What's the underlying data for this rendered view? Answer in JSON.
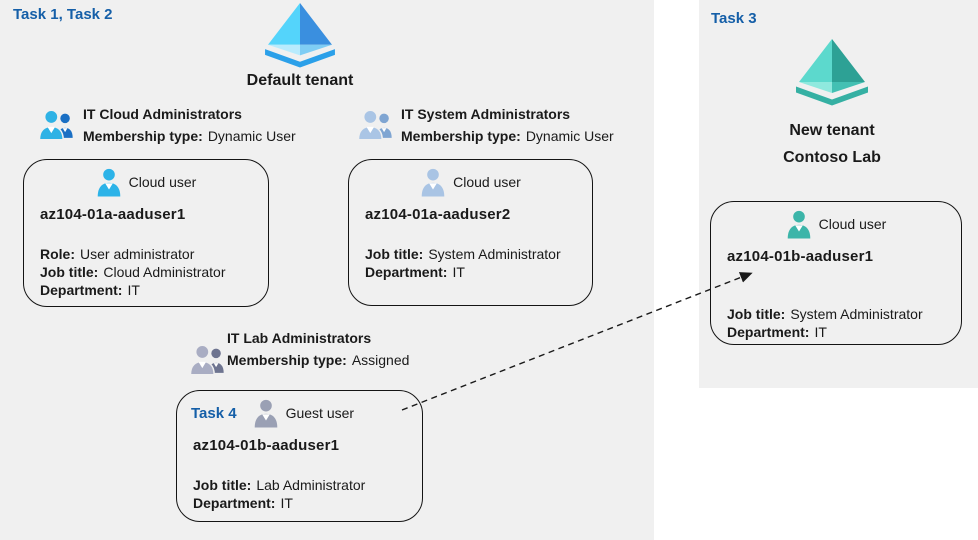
{
  "colors": {
    "region_background": "#f0f0f0",
    "task_label_blue": "#155fa8",
    "text": "#1a1a1a",
    "card_border": "#141414",
    "tenant_icon_blue": [
      "#54d4fb",
      "#3a8fdf",
      "#b8ebfd",
      "#7fcdf4",
      "#2ba0e9"
    ],
    "tenant_icon_teal": [
      "#5cd9cd",
      "#2da195",
      "#8fe9de",
      "#43c0b3",
      "#35b0a3"
    ],
    "group_icon_cloud": [
      "#2fb2e5",
      "#1a6fc4"
    ],
    "group_icon_system": [
      "#aac5e5",
      "#7fa5d2"
    ],
    "group_icon_lab": [
      "#a9adc3",
      "#6e7490"
    ],
    "person_cloud_user_1": "#2cb3e8",
    "person_cloud_user_2": "#a9c4e4",
    "person_guest_user": "#9aa0b4",
    "person_cloud_user_new": "#3cb5a9"
  },
  "icons": {
    "tenant": "azure-ad-pyramid-icon",
    "group": "user-group-icon",
    "user": "person-icon",
    "arrow": "dashed-arrow"
  },
  "tasks": {
    "task12": "Task 1, Task 2",
    "task3": "Task 3",
    "task4": "Task 4"
  },
  "tenants": {
    "default": {
      "label": "Default tenant"
    },
    "new": {
      "label_line1": "New  tenant",
      "label_line2": "Contoso Lab"
    }
  },
  "groups": [
    {
      "name": "IT Cloud Administrators",
      "membership_label": "Membership type:",
      "membership_value": "Dynamic User"
    },
    {
      "name": "IT System Administrators",
      "membership_label": "Membership type:",
      "membership_value": "Dynamic User"
    },
    {
      "name": "IT Lab Administrators",
      "membership_label": "Membership type:",
      "membership_value": "Assigned"
    }
  ],
  "cards": [
    {
      "type_label": "Cloud user",
      "name": "az104-01a-aaduser1",
      "fields": [
        {
          "label": "Role:",
          "value": "User administrator"
        },
        {
          "label": "Job title:",
          "value": "Cloud Administrator"
        },
        {
          "label": "Department:",
          "value": "IT"
        }
      ]
    },
    {
      "type_label": "Cloud user",
      "name": "az104-01a-aaduser2",
      "fields": [
        {
          "label": "Job title:",
          "value": "System Administrator"
        },
        {
          "label": "Department:",
          "value": "IT"
        }
      ]
    },
    {
      "task_label": "Task 4",
      "type_label": "Guest user",
      "name": "az104-01b-aaduser1",
      "fields": [
        {
          "label": "Job title:",
          "value": "Lab Administrator"
        },
        {
          "label": "Department:",
          "value": "IT"
        }
      ]
    },
    {
      "type_label": "Cloud user",
      "name": "az104-01b-aaduser1",
      "fields": [
        {
          "label": "Job title:",
          "value": "System Administrator"
        },
        {
          "label": "Department:",
          "value": "IT"
        }
      ]
    }
  ]
}
